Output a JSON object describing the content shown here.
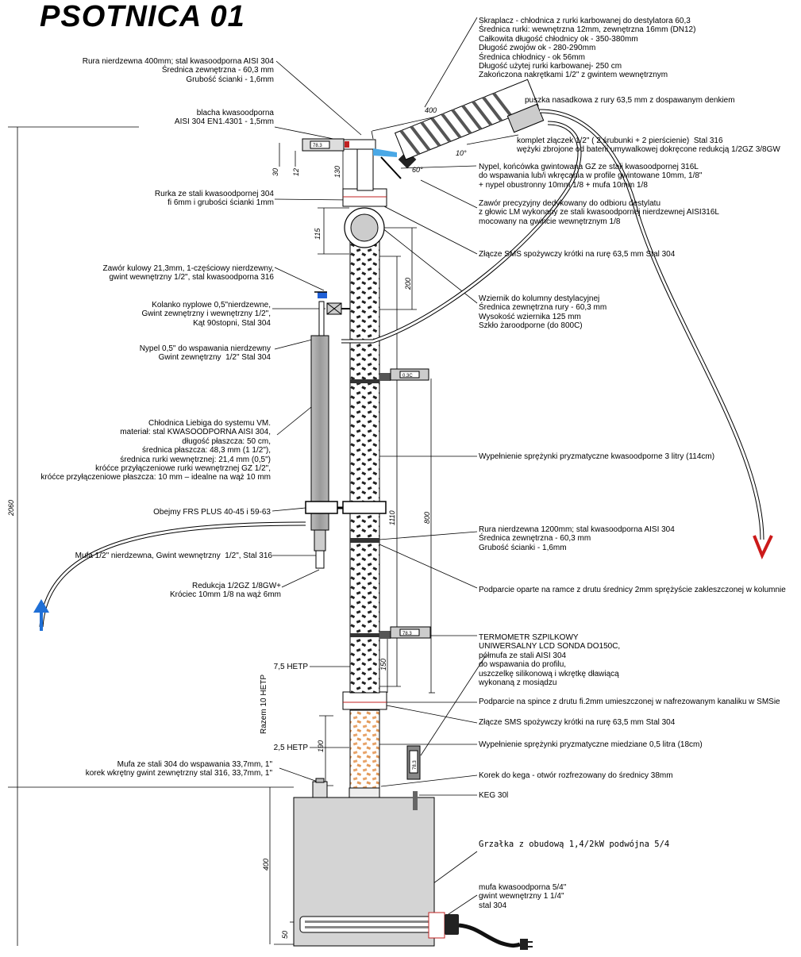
{
  "title": "PSOTNICA 01",
  "labels": {
    "rura400": "Rura nierdzewna 400mm; stal kwasoodporna AISI 304\nŚrednica zewnętrzna - 60,3 mm\nGrubość ścianki - 1,6mm",
    "blacha": "blacha kwasoodporna\nAISI 304 EN1.4301 - 1,5mm",
    "rurka": "Rurka ze stali kwasoodpornej 304\nfi 6mm i grubości ścianki 1mm",
    "zawor_kulowy": "Zawór kulowy 21,3mm, 1-częściowy nierdzewny,\ngwint wewnętrzny 1/2\", stal kwasoodporna 316",
    "kolanko": "Kolanko nyplowe 0,5\"nierdzewne,\nGwint zewnętrzny i wewnętrzny 1/2\",\nKąt 90stopni, Stal 304",
    "nypel": "Nypel 0,5\" do wspawania nierdzewny\nGwint zewnętrzny  1/2\" Stal 304",
    "liebig": "Chłodnica Liebiga do systemu VM.\nmateriał: stal KWASOODPORNA AISI 304,\ndługość płaszcza: 50 cm,\nśrednica płaszcza: 48,3 mm (1 1/2\"),\nśrednica rurki wewnętrznej: 21,4 mm (0,5\")\nkróćce przyłączeniowe rurki wewnętrznej GZ 1/2\",\nkróćce przyłączeniowe płaszcza: 10 mm – idealne na wąż 10 mm",
    "obejmy": "Obejmy FRS PLUS 40-45 i 59-63",
    "mufa_half": "Mufa 1/2\" nierdzewna, Gwint wewnętrzny  1/2\", Stal 316",
    "redukcja": "Redukcja 1/2GZ 1/8GW+\nKróciec 10mm 1/8 na wąż 6mm",
    "hetp75": "7,5 HETP",
    "razem": "Razem 10 HETP",
    "hetp25": "2,5 HETP",
    "mufa_stal": "Mufa ze stali 304 do wspawania 33,7mm, 1\"\nkorek wkrętny gwint zewnętrzny stal 316, 33,7mm, 1\"",
    "skraplacz": "Skraplacz - chłodnica z rurki karbowanej do destylatora 60,3\nŚrednica rurki: wewnętrzna 12mm, zewnętrzna 16mm (DN12)\nCałkowita długość chłodnicy ok - 350-380mm\nDługość zwojów ok - 280-290mm\nŚrednica chłodnicy - ok 56mm\nDługość użytej rurki karbowanej- 250 cm\nZakończona nakrętkami 1/2\" z gwintem wewnętrznym",
    "puszka": "puszka nasadkowa z rury 63,5 mm z dospawanym denkiem",
    "komplet": "komplet złączek 1/2\" ( 2 śrubunki + 2 pierścienie)  Stal 316\nwężyki zbrojone od baterii umywalkowej dokręcone redukcją 1/2GZ 3/8GW",
    "nypel_konc": "Nypel, końcówka gwintowana GZ ze stali kwasoodpornej 316L\ndo wspawania lub/i wkręcania w profile gwintowane 10mm, 1/8\"\n+ nypel obustronny 10mm 1/8 + mufa 10mm 1/8",
    "zawor_prec": "Zawór precyzyjny dedykowany do odbioru destylatu\nz głowic LM wykonany ze stali kwasoodpornej nierdzewnej AISI316L\nmocowany na gwincie wewnętrznym 1/8",
    "zlacze1": "Złącze SMS spożywczy krótki na rurę 63,5 mm Stal 304",
    "wziernik": "Wziernik do kolumny destylacyjnej\nŚrednica zewnętrzna rury - 60,3 mm\nWysokość wziernika 125 mm\nSzkło żaroodporne (do 800C)",
    "wypelnienie3": "Wypełnienie sprężynki pryzmatyczne kwasoodporne 3 litry (114cm)",
    "rura1200": "Rura nierdzewna 1200mm; stal kwasoodporna AISI 304\nŚrednica zewnętrzna - 60,3 mm\nGrubość ścianki - 1,6mm",
    "podparcie": "Podparcie oparte na ramce z drutu średnicy 2mm sprężyście zakleszczonej w kolumnie",
    "termometr": "TERMOMETR SZPILKOWY\nUNIWERSALNY LCD SONDA DO150C,\npółmufa ze stali AISI 304\ndo wspawania do profilu,\nuszczelkę silikonową i wkrętkę dławiącą\nwykonaną z mosiądzu",
    "podparcie_spinka": "Podparcie na spince z drutu fi.2mm umieszczonej w nafrezowanym kanaliku w SMSie",
    "zlacze2": "Złącze SMS spożywczy krótki na rurę 63,5 mm Stal 304",
    "wypelnienie05": "Wypełnienie sprężynki pryzmatyczne miedziane 0,5 litra (18cm)",
    "korek": "Korek do kega - otwór rozfrezowany do średnicy 38mm",
    "keg": "KEG 30l",
    "grzalka": "Grzałka z obudową 1,4/2kW podwójna 5/4",
    "mufa54": "mufa kwasoodporna 5/4\"\ngwint wewnętrzny 1 1/4\"\nstal 304"
  },
  "dimensions": {
    "d400": "400",
    "d10deg": "10°",
    "d60deg": "60°",
    "d30": "30",
    "d12": "12",
    "d130": "130",
    "d115": "115",
    "d200": "200",
    "d2060": "2060",
    "d1110": "1110",
    "d800": "800",
    "d150": "150",
    "d190": "190",
    "d400b": "400",
    "d50": "50"
  },
  "thermometers": {
    "t1": "0.3C",
    "t2": "78.3",
    "t3": "78.3",
    "t4": "78.3"
  },
  "colors": {
    "arrow_in": "#1f6fd6",
    "arrow_out": "#cc1a1a",
    "packing_copper": "#e8a46a",
    "keg": "#d4d4d4",
    "cooler": "#a8a8a8"
  }
}
